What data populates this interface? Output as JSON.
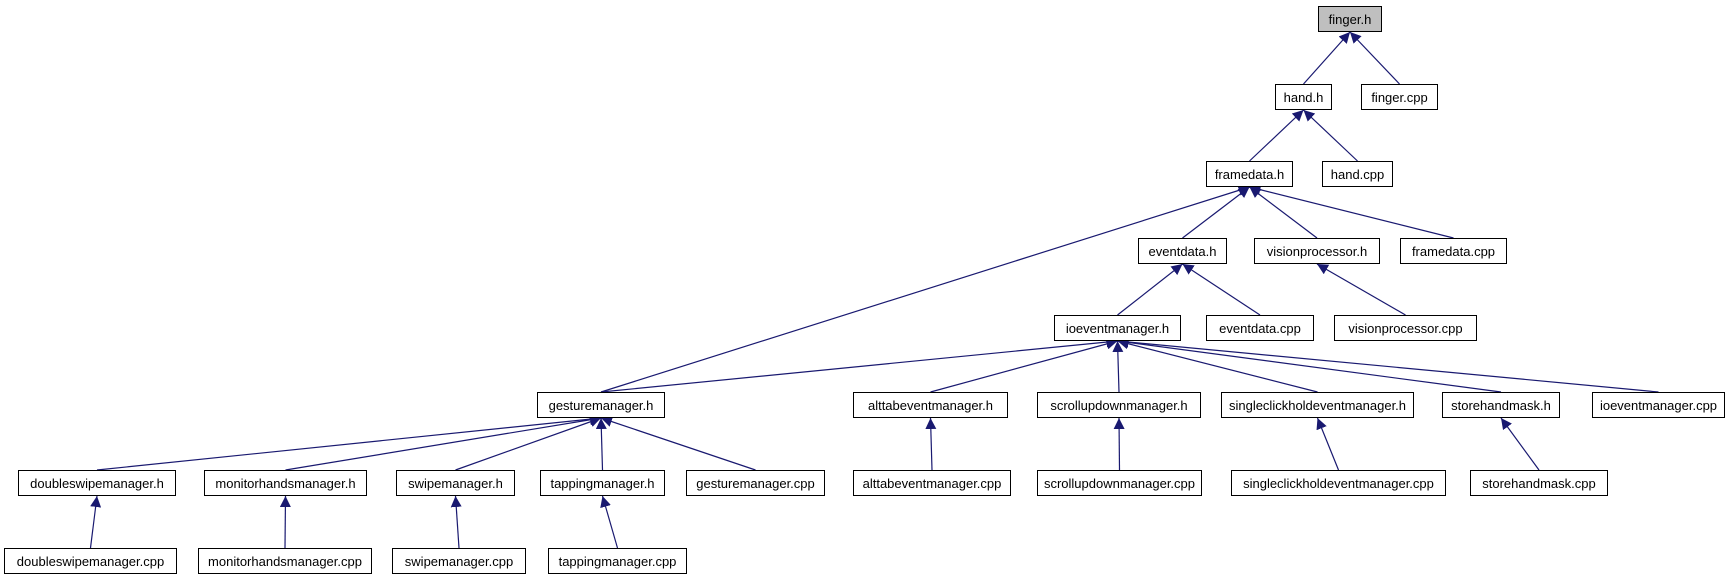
{
  "graph": {
    "colors": {
      "edge": "#191970",
      "node_border": "#000000",
      "current_node_fill": "#bfbfbf"
    },
    "nodes": [
      {
        "id": "finger_h",
        "label": "finger.h",
        "current": true
      },
      {
        "id": "hand_h",
        "label": "hand.h"
      },
      {
        "id": "finger_cpp",
        "label": "finger.cpp"
      },
      {
        "id": "framedata_h",
        "label": "framedata.h"
      },
      {
        "id": "hand_cpp",
        "label": "hand.cpp"
      },
      {
        "id": "eventdata_h",
        "label": "eventdata.h"
      },
      {
        "id": "visionprocessor_h",
        "label": "visionprocessor.h"
      },
      {
        "id": "framedata_cpp",
        "label": "framedata.cpp"
      },
      {
        "id": "ioeventmanager_h",
        "label": "ioeventmanager.h"
      },
      {
        "id": "eventdata_cpp",
        "label": "eventdata.cpp"
      },
      {
        "id": "visionprocessor_cpp",
        "label": "visionprocessor.cpp"
      },
      {
        "id": "gesturemanager_h",
        "label": "gesturemanager.h"
      },
      {
        "id": "alttabeventmanager_h",
        "label": "alttabeventmanager.h"
      },
      {
        "id": "scrollupdownmanager_h",
        "label": "scrollupdownmanager.h"
      },
      {
        "id": "singleclickholdeventmanager_h",
        "label": "singleclickholdeventmanager.h"
      },
      {
        "id": "storehandmask_h",
        "label": "storehandmask.h"
      },
      {
        "id": "ioeventmanager_cpp",
        "label": "ioeventmanager.cpp"
      },
      {
        "id": "doubleswipemanager_h",
        "label": "doubleswipemanager.h"
      },
      {
        "id": "monitorhandsmanager_h",
        "label": "monitorhandsmanager.h"
      },
      {
        "id": "swipemanager_h",
        "label": "swipemanager.h"
      },
      {
        "id": "tappingmanager_h",
        "label": "tappingmanager.h"
      },
      {
        "id": "gesturemanager_cpp",
        "label": "gesturemanager.cpp"
      },
      {
        "id": "alttabeventmanager_cpp",
        "label": "alttabeventmanager.cpp"
      },
      {
        "id": "scrollupdownmanager_cpp",
        "label": "scrollupdownmanager.cpp"
      },
      {
        "id": "singleclickholdeventmanager_cpp",
        "label": "singleclickholdeventmanager.cpp"
      },
      {
        "id": "storehandmask_cpp",
        "label": "storehandmask.cpp"
      },
      {
        "id": "doubleswipemanager_cpp",
        "label": "doubleswipemanager.cpp"
      },
      {
        "id": "monitorhandsmanager_cpp",
        "label": "monitorhandsmanager.cpp"
      },
      {
        "id": "swipemanager_cpp",
        "label": "swipemanager.cpp"
      },
      {
        "id": "tappingmanager_cpp",
        "label": "tappingmanager.cpp"
      }
    ],
    "edges": [
      {
        "from": "hand_h",
        "to": "finger_h"
      },
      {
        "from": "finger_cpp",
        "to": "finger_h"
      },
      {
        "from": "framedata_h",
        "to": "hand_h"
      },
      {
        "from": "hand_cpp",
        "to": "hand_h"
      },
      {
        "from": "gesturemanager_h",
        "to": "framedata_h"
      },
      {
        "from": "eventdata_h",
        "to": "framedata_h"
      },
      {
        "from": "visionprocessor_h",
        "to": "framedata_h"
      },
      {
        "from": "framedata_cpp",
        "to": "framedata_h"
      },
      {
        "from": "ioeventmanager_h",
        "to": "eventdata_h"
      },
      {
        "from": "eventdata_cpp",
        "to": "eventdata_h"
      },
      {
        "from": "visionprocessor_cpp",
        "to": "visionprocessor_h"
      },
      {
        "from": "gesturemanager_h",
        "to": "ioeventmanager_h"
      },
      {
        "from": "alttabeventmanager_h",
        "to": "ioeventmanager_h"
      },
      {
        "from": "scrollupdownmanager_h",
        "to": "ioeventmanager_h"
      },
      {
        "from": "singleclickholdeventmanager_h",
        "to": "ioeventmanager_h"
      },
      {
        "from": "storehandmask_h",
        "to": "ioeventmanager_h"
      },
      {
        "from": "ioeventmanager_cpp",
        "to": "ioeventmanager_h"
      },
      {
        "from": "doubleswipemanager_h",
        "to": "gesturemanager_h"
      },
      {
        "from": "monitorhandsmanager_h",
        "to": "gesturemanager_h"
      },
      {
        "from": "swipemanager_h",
        "to": "gesturemanager_h"
      },
      {
        "from": "tappingmanager_h",
        "to": "gesturemanager_h"
      },
      {
        "from": "gesturemanager_cpp",
        "to": "gesturemanager_h"
      },
      {
        "from": "alttabeventmanager_cpp",
        "to": "alttabeventmanager_h"
      },
      {
        "from": "scrollupdownmanager_cpp",
        "to": "scrollupdownmanager_h"
      },
      {
        "from": "singleclickholdeventmanager_cpp",
        "to": "singleclickholdeventmanager_h"
      },
      {
        "from": "storehandmask_cpp",
        "to": "storehandmask_h"
      },
      {
        "from": "doubleswipemanager_cpp",
        "to": "doubleswipemanager_h"
      },
      {
        "from": "monitorhandsmanager_cpp",
        "to": "monitorhandsmanager_h"
      },
      {
        "from": "swipemanager_cpp",
        "to": "swipemanager_h"
      },
      {
        "from": "tappingmanager_cpp",
        "to": "tappingmanager_h"
      }
    ]
  }
}
